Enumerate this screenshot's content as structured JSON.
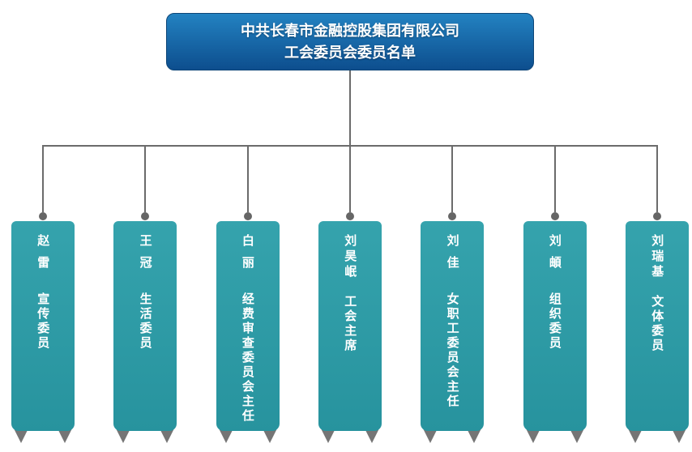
{
  "header": {
    "title_line1": "中共长春市金融控股集团有限公司",
    "title_line2": "工会委员会委员名单"
  },
  "members": [
    {
      "name": "赵雷",
      "title": "宣传委员"
    },
    {
      "name": "王冠",
      "title": "生活委员"
    },
    {
      "name": "白丽",
      "title": "经费审查委员会主任"
    },
    {
      "name": "刘昊岷",
      "title": "工会主席"
    },
    {
      "name": "刘佳",
      "title": "女职工委员会主任"
    },
    {
      "name": "刘頔",
      "title": "组织委员"
    },
    {
      "name": "刘瑞基",
      "title": "文体委员"
    }
  ],
  "colors": {
    "background": "#ffffff",
    "header_gradient_top": "#2382c1",
    "header_gradient_bottom": "#0d4e8e",
    "header_border": "#0d4577",
    "banner_gradient_top": "#35a3ad",
    "banner_gradient_bottom": "#27939e",
    "connector_line": "#6b6b6b",
    "connector_dot": "#666666",
    "ribbon_tail": "#757575",
    "text_on_fill": "#ffffff"
  }
}
